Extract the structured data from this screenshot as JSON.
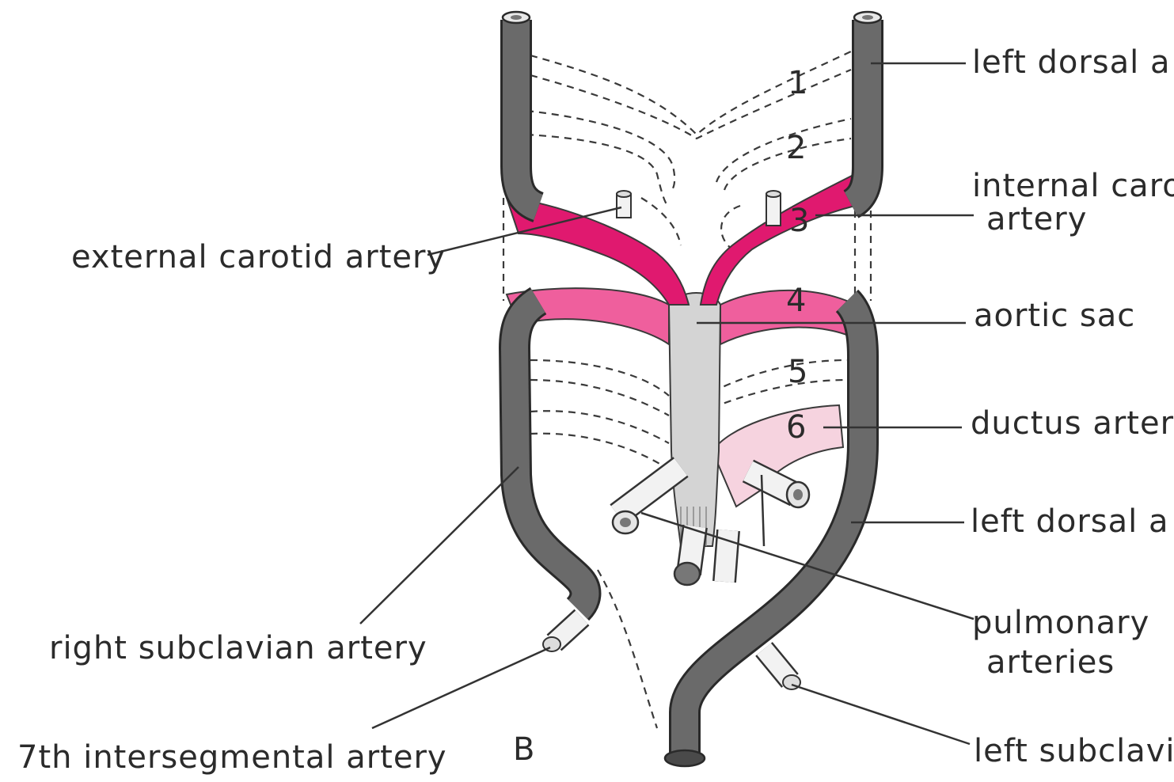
{
  "colors": {
    "dorsal_aorta": "#6a6a6a",
    "dorsal_aorta_outline": "#2a2a2a",
    "arch_3": "#e0196f",
    "arch_4": "#ef5f9d",
    "aortic_sac": "#d4d4d4",
    "arch_6": "#f6d3df",
    "leader_lines": "#333333"
  },
  "labels": {
    "left_dorsal_aorta_top": "left dorsal a",
    "internal_carotid_line1": "internal caro",
    "internal_carotid_line2": "artery",
    "external_carotid": "external carotid artery",
    "aortic_sac": "aortic sac",
    "ductus_arteriosus": "ductus arteri",
    "left_dorsal_aorta_bottom": "left dorsal a",
    "pulmonary_line1": "pulmonary",
    "pulmonary_line2": "arteries",
    "right_subclavian": "right subclavian artery",
    "seventh_intersegmental": "7th intersegmental artery",
    "left_subclavian": "left subclavic",
    "panel_letter": "B"
  },
  "arch_numbers": [
    "1",
    "2",
    "3",
    "4",
    "5",
    "6"
  ]
}
